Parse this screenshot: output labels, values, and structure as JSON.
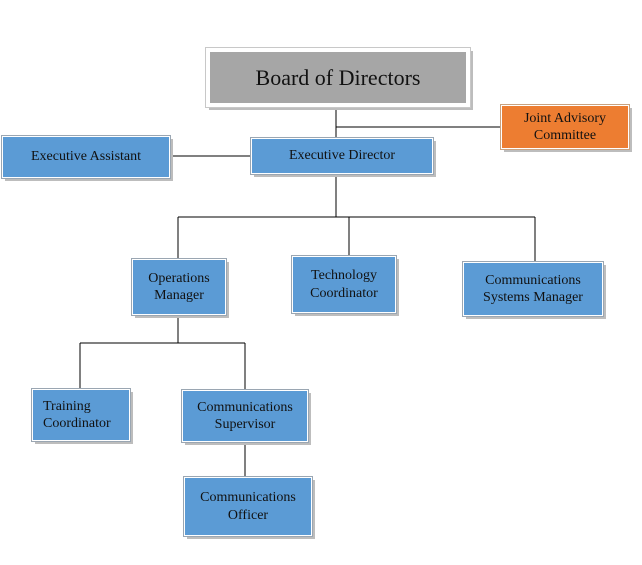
{
  "nodes": {
    "board": "Board of Directors",
    "joint_advisory": "Joint Advisory\nCommittee",
    "executive_director": "Executive Director",
    "executive_assistant": "Executive Assistant",
    "operations_manager": "Operations\nManager",
    "technology_coordinator": "Technology\nCoordinator",
    "communications_systems_manager": "Communications\nSystems Manager",
    "training_coordinator": "Training\nCoordinator",
    "communications_supervisor": "Communications\nSupervisor",
    "communications_officer": "Communications\nOfficer"
  },
  "colors": {
    "box_blue": "#5b9bd5",
    "box_gray": "#a6a6a6",
    "box_orange": "#ed7d31",
    "connector": "#000000"
  }
}
